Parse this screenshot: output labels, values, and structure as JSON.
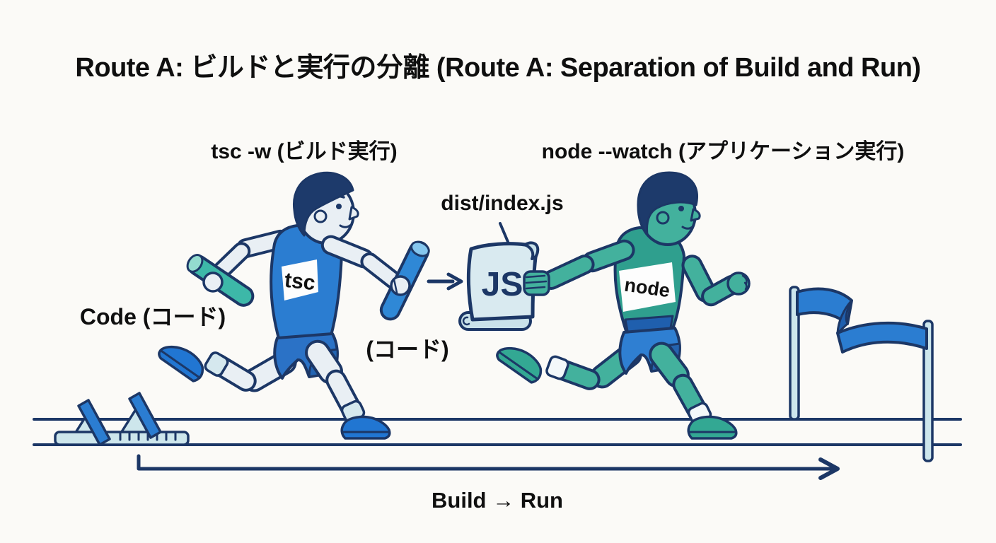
{
  "title": "Route A: ビルドと実行の分離 (Route A: Separation of Build and Run)",
  "annotations": {
    "tsc_command": "tsc -w (ビルド実行)",
    "node_command": "node --watch (アプリケーション実行)",
    "artifact_file": "dist/index.js",
    "code_input": "Code (コード)",
    "baton_code": "(コード)",
    "process_flow": "Build → Run"
  },
  "runners": {
    "builder": {
      "bib": "tsc"
    },
    "executor": {
      "bib": "node"
    }
  },
  "artifact": {
    "scroll_text": "JS"
  },
  "scene": {
    "left_prop": "starting-blocks",
    "right_prop": "finish-line-banner",
    "handoff": "baton pass from tsc runner to JS scroll grabbed by node runner"
  },
  "colors": {
    "background": "#fbfaf7",
    "outline_navy": "#1c3766",
    "blue": "#2b7dd1",
    "blue_dark": "#2264b2",
    "teal_jersey": "#2f9f8e",
    "teal_skin": "#43b19d",
    "pale_skin": "#e9eff4",
    "pale_blue": "#cde6ec",
    "scroll_fill": "#d9eaf0",
    "baton_teal": "#3db8a8",
    "baton_blue": "#2f88d6",
    "text_black": "#111111"
  }
}
